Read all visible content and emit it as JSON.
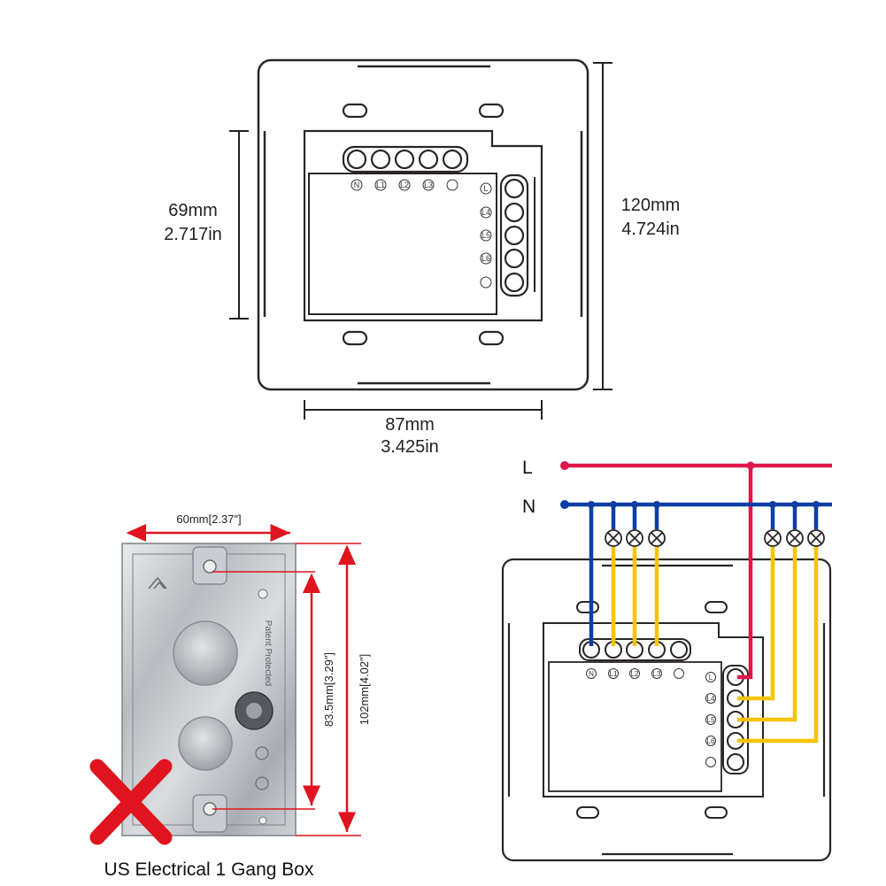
{
  "top_diagram": {
    "height_mm": "69mm",
    "height_in": "2.717in",
    "plate_height_mm": "120mm",
    "plate_height_in": "4.724in",
    "width_mm": "87mm",
    "width_in": "3.425in"
  },
  "terminals": {
    "top": [
      "N",
      "L1",
      "L2",
      "L3",
      ""
    ],
    "side": [
      "L",
      "L4",
      "L5",
      "L6",
      ""
    ]
  },
  "box": {
    "width_label": "60mm[2.37″]",
    "inner_height_label": "83.5mm[3.29″]",
    "outer_height_label": "102mm[4.02″]",
    "stamp_text": "Patent Protected",
    "caption": "US Electrical 1 Gang Box"
  },
  "wiring": {
    "live_label": "L",
    "neutral_label": "N",
    "colors": {
      "live": "#e0174a",
      "neutral": "#0d3ea3",
      "load": "#f5c400"
    }
  }
}
